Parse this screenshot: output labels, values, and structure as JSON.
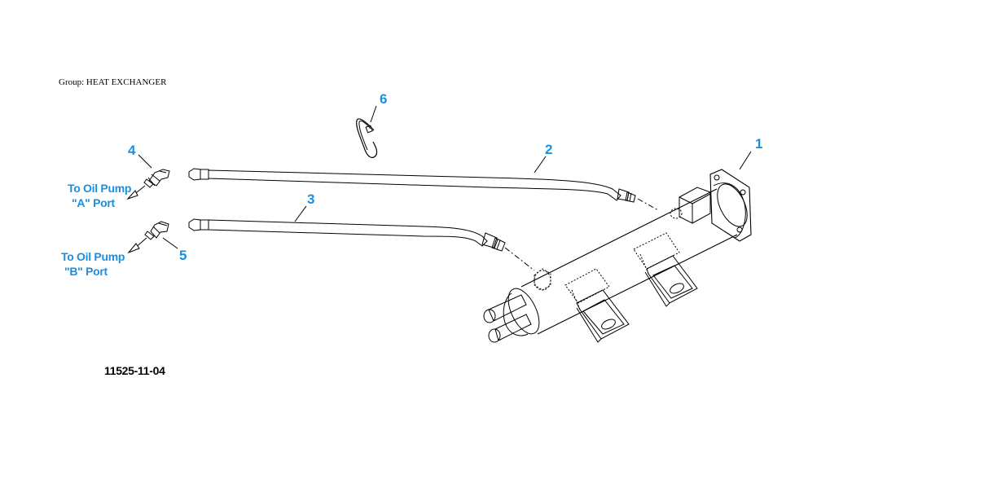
{
  "group_label": "Group: HEAT EXCHANGER",
  "figure_id": "11525-11-04",
  "callouts": {
    "c1": "1",
    "c2": "2",
    "c3": "3",
    "c4": "4",
    "c5": "5",
    "c6": "6"
  },
  "notes": {
    "port_a_line1": "To Oil Pump",
    "port_a_line2": "\"A\" Port",
    "port_b_line1": "To Oil Pump",
    "port_b_line2": "\"B\" Port"
  },
  "colors": {
    "callout": "#1a8fe0",
    "line_art": "#000000"
  }
}
